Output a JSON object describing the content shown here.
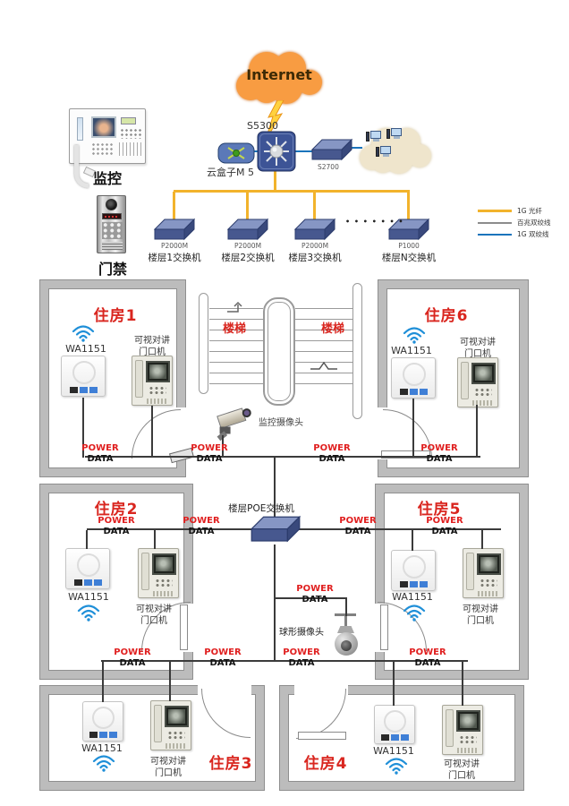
{
  "network": {
    "internet": "Internet",
    "s5300": "S5300",
    "cloud_box": "云盒子M 5",
    "s2700": "S2700",
    "monitor": "监控",
    "door_access": "门禁",
    "ellipsis": "• • • • • • •",
    "floor_switches": [
      {
        "model": "P2000M",
        "name": "楼层1交换机"
      },
      {
        "model": "P2000M",
        "name": "楼层2交换机"
      },
      {
        "model": "P2000M",
        "name": "楼层3交换机"
      },
      {
        "model": "P1000",
        "name": "楼层N交换机"
      }
    ],
    "legend": {
      "items": [
        {
          "label": "1G  光纤",
          "color": "#f2b32c"
        },
        {
          "label": "百兆双绞线",
          "color": "#8c8c8c"
        },
        {
          "label": "1G 双绞线",
          "color": "#1b74bc"
        }
      ]
    }
  },
  "plan": {
    "power": "POWER",
    "data": "DATA",
    "stairs": "楼梯",
    "corridor_camera": "监控摄像头",
    "poe_switch": "楼层POE交换机",
    "dome_camera": "球形摄像头",
    "ap_model": "WA1151",
    "door_phone_line1": "可视对讲",
    "door_phone_line2": "门口机",
    "rooms": [
      {
        "title": "住房1"
      },
      {
        "title": "住房2"
      },
      {
        "title": "住房3"
      },
      {
        "title": "住房4"
      },
      {
        "title": "住房5"
      },
      {
        "title": "住房6"
      }
    ]
  }
}
